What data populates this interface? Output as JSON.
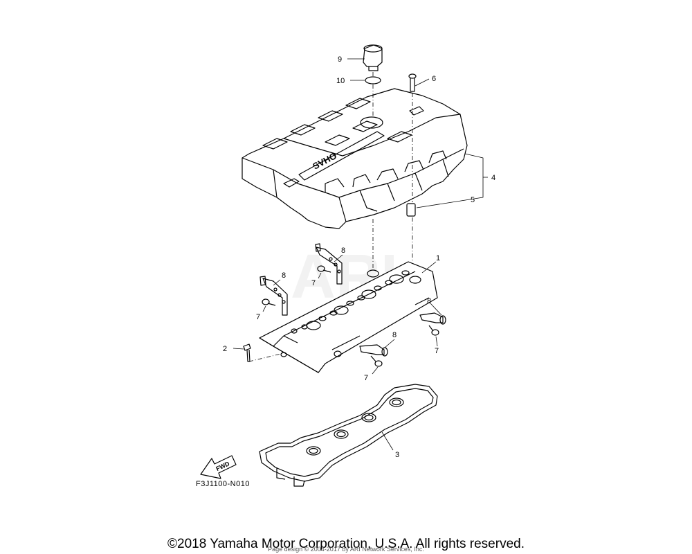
{
  "diagram": {
    "watermark": "ARI",
    "badge_text": "SVHO",
    "fwd_label": "FWD",
    "drawing_code": "F3J1100-N010",
    "callouts": [
      {
        "id": "9",
        "label": "9"
      },
      {
        "id": "10",
        "label": "10"
      },
      {
        "id": "6",
        "label": "6"
      },
      {
        "id": "4",
        "label": "4"
      },
      {
        "id": "5",
        "label": "5"
      },
      {
        "id": "8a",
        "label": "8"
      },
      {
        "id": "1",
        "label": "1"
      },
      {
        "id": "8b",
        "label": "8"
      },
      {
        "id": "7a",
        "label": "7"
      },
      {
        "id": "7b",
        "label": "7"
      },
      {
        "id": "8c",
        "label": "8"
      },
      {
        "id": "7c",
        "label": "7"
      },
      {
        "id": "2",
        "label": "2"
      },
      {
        "id": "8d",
        "label": "8"
      },
      {
        "id": "7d",
        "label": "7"
      },
      {
        "id": "3",
        "label": "3"
      }
    ]
  },
  "footer": {
    "copyright": "©2018 Yamaha Motor Corporation, U.S.A. All rights reserved.",
    "page_design": "Page design © 2004-2017 by ARI Network Services, Inc."
  }
}
